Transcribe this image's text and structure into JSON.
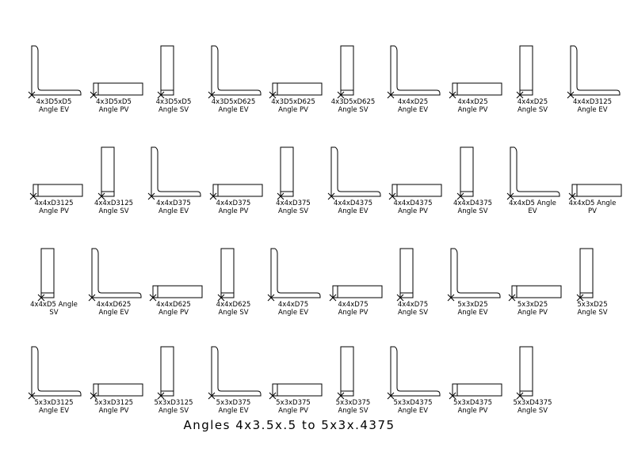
{
  "title": "Angles 4x3.5x.5 to 5x3x.4375",
  "rows": [
    [
      {
        "line1": "4x3D5xD5",
        "line2": "Angle EV",
        "view": "EV"
      },
      {
        "line1": "4x3D5xD5",
        "line2": "Angle PV",
        "view": "PV"
      },
      {
        "line1": "4x3D5xD5",
        "line2": "Angle SV",
        "view": "SV"
      },
      {
        "line1": "4x3D5xD625",
        "line2": "Angle EV",
        "view": "EV"
      },
      {
        "line1": "4x3D5xD625",
        "line2": "Angle PV",
        "view": "PV"
      },
      {
        "line1": "4x3D5xD625",
        "line2": "Angle SV",
        "view": "SV"
      },
      {
        "line1": "4x4xD25",
        "line2": "Angle EV",
        "view": "EV"
      },
      {
        "line1": "4x4xD25",
        "line2": "Angle PV",
        "view": "PV"
      },
      {
        "line1": "4x4xD25",
        "line2": "Angle SV",
        "view": "SV"
      },
      {
        "line1": "4x4xD3125",
        "line2": "Angle EV",
        "view": "EV"
      }
    ],
    [
      {
        "line1": "4x4xD3125",
        "line2": "Angle PV",
        "view": "PV"
      },
      {
        "line1": "4x4xD3125",
        "line2": "Angle SV",
        "view": "SV"
      },
      {
        "line1": "4x4xD375",
        "line2": "Angle EV",
        "view": "EV"
      },
      {
        "line1": "4x4xD375",
        "line2": "Angle PV",
        "view": "PV"
      },
      {
        "line1": "4x4xD375",
        "line2": "Angle SV",
        "view": "SV"
      },
      {
        "line1": "4x4xD4375",
        "line2": "Angle EV",
        "view": "EV"
      },
      {
        "line1": "4x4xD4375",
        "line2": "Angle PV",
        "view": "PV"
      },
      {
        "line1": "4x4xD4375",
        "line2": "Angle SV",
        "view": "SV"
      },
      {
        "line1": "4x4xD5 Angle",
        "line2": "EV",
        "view": "EV"
      },
      {
        "line1": "4x4xD5 Angle",
        "line2": "PV",
        "view": "PV"
      }
    ],
    [
      {
        "line1": "4x4xD5 Angle",
        "line2": "SV",
        "view": "SV"
      },
      {
        "line1": "4x4xD625",
        "line2": "Angle EV",
        "view": "EV"
      },
      {
        "line1": "4x4xD625",
        "line2": "Angle PV",
        "view": "PV"
      },
      {
        "line1": "4x4xD625",
        "line2": "Angle SV",
        "view": "SV"
      },
      {
        "line1": "4x4xD75",
        "line2": "Angle EV",
        "view": "EV"
      },
      {
        "line1": "4x4xD75",
        "line2": "Angle PV",
        "view": "PV"
      },
      {
        "line1": "4x4xD75",
        "line2": "Angle SV",
        "view": "SV"
      },
      {
        "line1": "5x3xD25",
        "line2": "Angle EV",
        "view": "EV"
      },
      {
        "line1": "5x3xD25",
        "line2": "Angle PV",
        "view": "PV"
      },
      {
        "line1": "5x3xD25",
        "line2": "Angle SV",
        "view": "SV"
      }
    ],
    [
      {
        "line1": "5x3xD3125",
        "line2": "Angle EV",
        "view": "EV"
      },
      {
        "line1": "5x3xD3125",
        "line2": "Angle PV",
        "view": "PV"
      },
      {
        "line1": "5x3xD3125",
        "line2": "Angle SV",
        "view": "SV"
      },
      {
        "line1": "5x3xD375",
        "line2": "Angle EV",
        "view": "EV"
      },
      {
        "line1": "5x3xD375",
        "line2": "Angle PV",
        "view": "PV"
      },
      {
        "line1": "5x3xD375",
        "line2": "Angle SV",
        "view": "SV"
      },
      {
        "line1": "5x3xD4375",
        "line2": "Angle EV",
        "view": "EV"
      },
      {
        "line1": "5x3xD4375",
        "line2": "Angle PV",
        "view": "PV"
      },
      {
        "line1": "5x3xD4375",
        "line2": "Angle SV",
        "view": "SV"
      }
    ]
  ]
}
